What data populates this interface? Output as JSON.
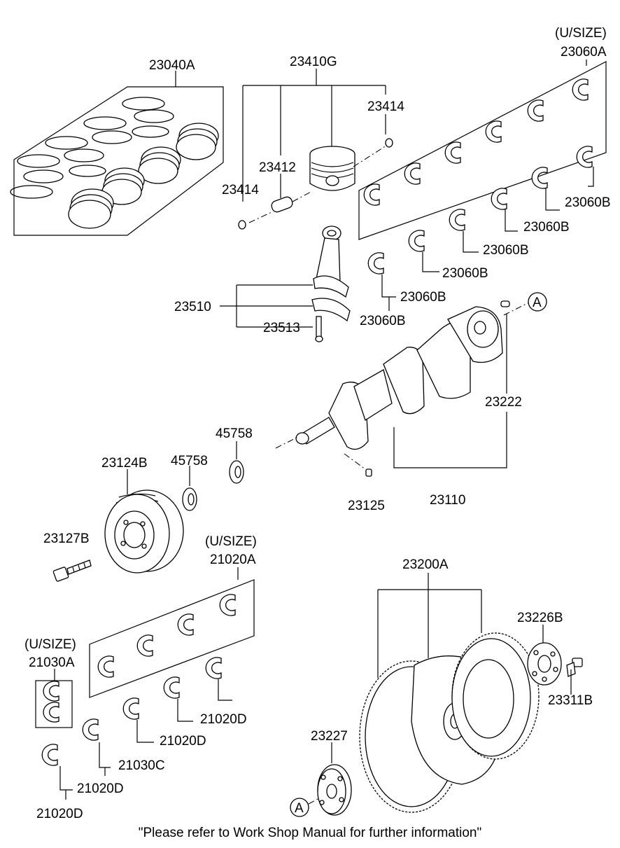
{
  "labels": {
    "p23040A": "23040A",
    "p23410G": "23410G",
    "p23414_top": "23414",
    "p23412": "23412",
    "p23414_bottom": "23414",
    "p23060A_usize": "(U/SIZE)",
    "p23060A": "23060A",
    "p23060B_1": "23060B",
    "p23060B_2": "23060B",
    "p23060B_3": "23060B",
    "p23060B_4": "23060B",
    "p23060B_5": "23060B",
    "p23060B_6": "23060B",
    "p23510": "23510",
    "p23513": "23513",
    "callout_A_top": "A",
    "p23222": "23222",
    "p45758_top": "45758",
    "p45758_bottom": "45758",
    "p23124B": "23124B",
    "p23127B": "23127B",
    "p23125": "23125",
    "p23110": "23110",
    "p21020A_usize": "(U/SIZE)",
    "p21020A": "21020A",
    "p23200A": "23200A",
    "p23226B": "23226B",
    "p23311B": "23311B",
    "p21030A_usize": "(U/SIZE)",
    "p21030A": "21030A",
    "p21020D_1": "21020D",
    "p21020D_2": "21020D",
    "p21030C": "21030C",
    "p21020D_3": "21020D",
    "p21020D_4": "21020D",
    "p23227": "23227",
    "callout_A_bottom": "A"
  },
  "footer_note": "\"Please refer to Work Shop Manual for further information\""
}
